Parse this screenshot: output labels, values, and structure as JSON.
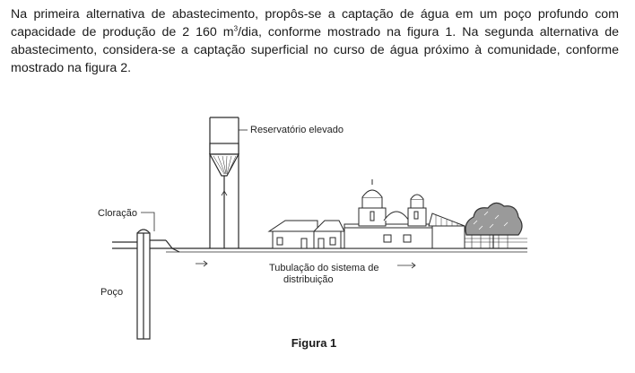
{
  "text": {
    "part1": "Na primeira alternativa de abastecimento, propôs-se a captação de água em um poço profundo com capacidade de produção de 2 160 m",
    "sup": "3",
    "part2": "/dia, conforme mostrado na figura 1. Na segunda alternativa de abastecimento, considera-se a captação superficial no curso de água próximo à comunidade, conforme mostrado na figura 2."
  },
  "figure": {
    "labels": {
      "reservoir": "Reservatório elevado",
      "chlorination": "Cloração",
      "well": "Poço",
      "pipeline_line1": "Tubulação do sistema de",
      "pipeline_line2": "distribuição"
    },
    "caption": "Figura 1"
  }
}
